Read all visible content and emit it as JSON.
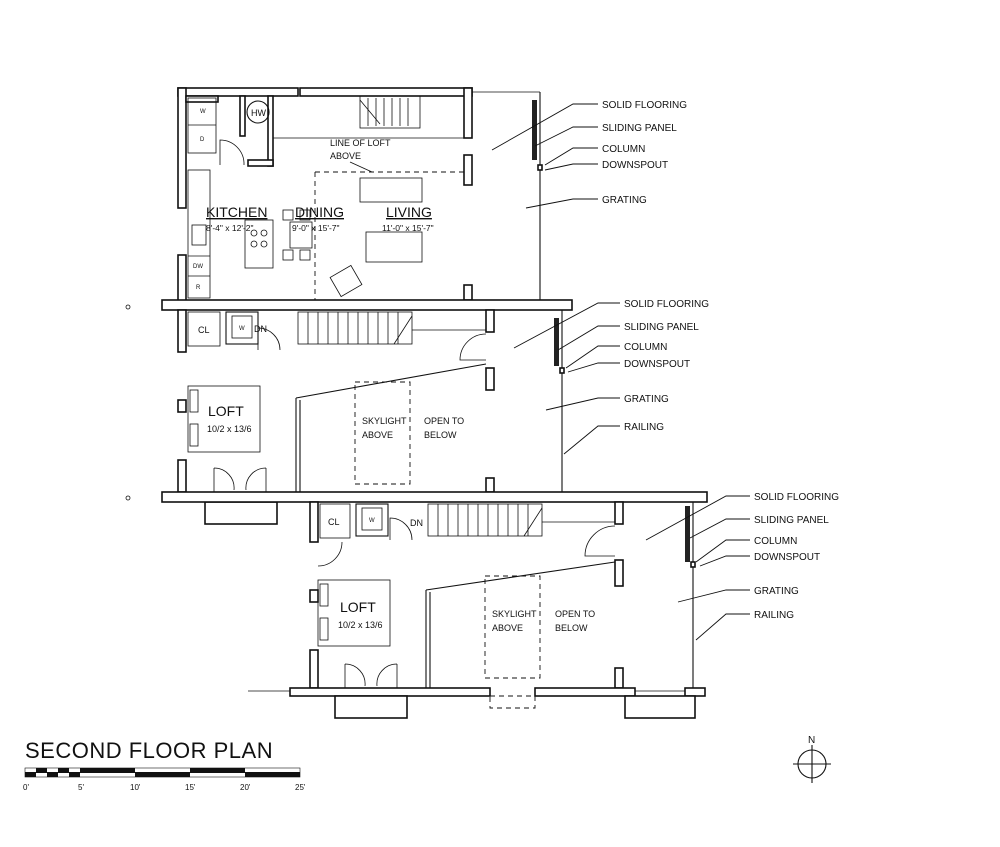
{
  "title": "SECOND FLOOR PLAN",
  "north_label": "N",
  "scale_bar": {
    "labels": [
      "0'",
      "5'",
      "10'",
      "15'",
      "20'",
      "25'"
    ]
  },
  "rooms": {
    "kitchen": {
      "name": "KITCHEN",
      "dim": "8'-4\" x 12'-2\""
    },
    "dining": {
      "name": "DINING",
      "dim": "9'-0\" x 15'-7\""
    },
    "living": {
      "name": "LIVING",
      "dim": "11'-0\" x 15'-7\""
    },
    "hw": "HW",
    "loft_line": [
      "LINE OF LOFT",
      "ABOVE"
    ],
    "fixtures": {
      "w": "W",
      "d": "D",
      "dw": "DW",
      "r": "R"
    }
  },
  "loft_level_1": {
    "closet": "CL",
    "washer": "W",
    "down": "DN",
    "loft": {
      "name": "LOFT",
      "dim": "10/2 x 13/6"
    },
    "skylight": [
      "SKYLIGHT",
      "ABOVE"
    ],
    "open": [
      "OPEN TO",
      "BELOW"
    ]
  },
  "loft_level_2": {
    "closet": "CL",
    "washer": "W",
    "down": "DN",
    "loft": {
      "name": "LOFT",
      "dim": "10/2 x 13/6"
    },
    "skylight": [
      "SKYLIGHT",
      "ABOVE"
    ],
    "open": [
      "OPEN TO",
      "BELOW"
    ]
  },
  "callouts_1": [
    "SOLID FLOORING",
    "SLIDING PANEL",
    "COLUMN",
    "DOWNSPOUT",
    "GRATING"
  ],
  "callouts_2": [
    "SOLID FLOORING",
    "SLIDING PANEL",
    "COLUMN",
    "DOWNSPOUT",
    "GRATING",
    "RAILING"
  ],
  "callouts_3": [
    "SOLID FLOORING",
    "SLIDING PANEL",
    "COLUMN",
    "DOWNSPOUT",
    "GRATING",
    "RAILING"
  ]
}
